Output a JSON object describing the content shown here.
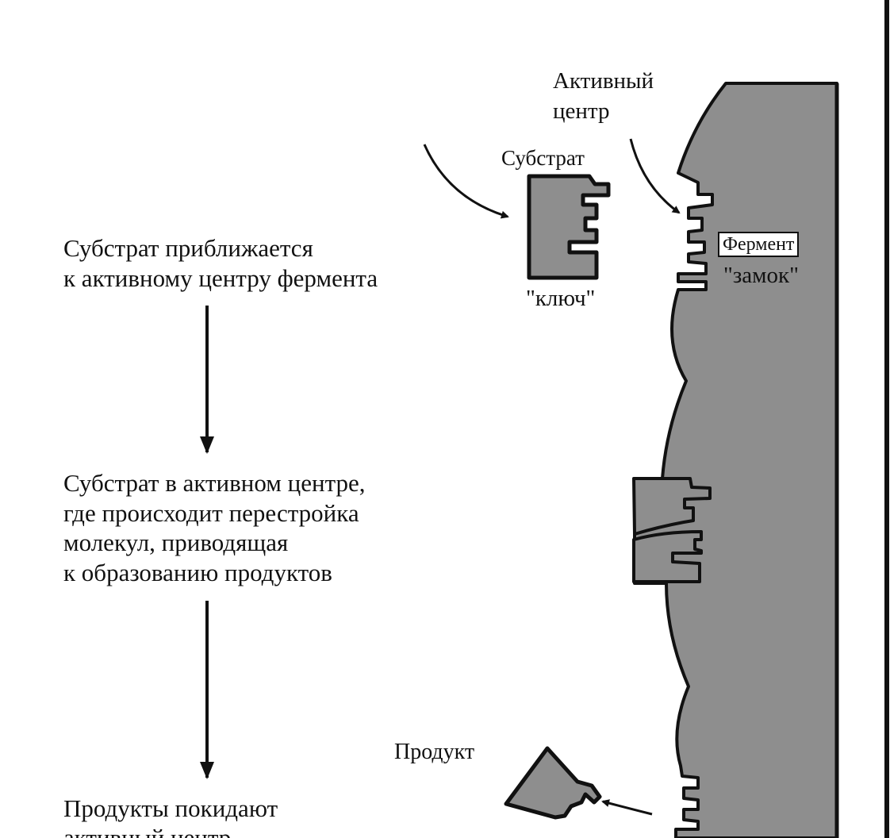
{
  "colors": {
    "enzyme_fill": "#8e8e8e",
    "outline": "#111111",
    "background": "#ffffff"
  },
  "steps": [
    {
      "lines": [
        "Субстрат приближается",
        "к активному центру фермента"
      ]
    },
    {
      "lines": [
        "Субстрат в активном центре,",
        "где происходит перестройка",
        "молекул, приводящая",
        "к образованию продуктов"
      ]
    },
    {
      "lines": [
        "Продукты покидают",
        "активный центр"
      ]
    }
  ],
  "labels": {
    "active_site_1": "Активный",
    "active_site_2": "центр",
    "substrate": "Субстрат",
    "key": "\"ключ\"",
    "enzyme": "Фермент",
    "lock": "\"замок\"",
    "product": "Продукт"
  }
}
